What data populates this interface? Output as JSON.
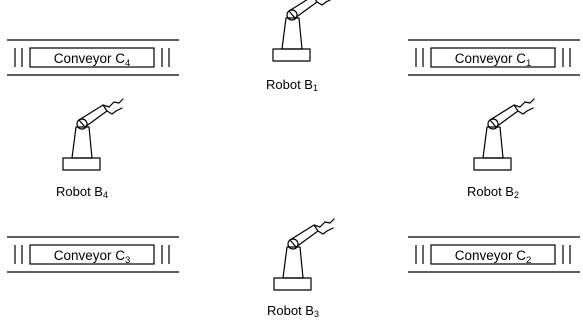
{
  "conveyors": [
    {
      "id": "c4",
      "label": "Conveyor C",
      "sub": "4"
    },
    {
      "id": "c1",
      "label": "Conveyor C",
      "sub": "1"
    },
    {
      "id": "c3",
      "label": "Conveyor C",
      "sub": "3"
    },
    {
      "id": "c2",
      "label": "Conveyor C",
      "sub": "2"
    }
  ],
  "robots": [
    {
      "id": "b1",
      "label": "Robot B",
      "sub": "1"
    },
    {
      "id": "b4",
      "label": "Robot B",
      "sub": "4"
    },
    {
      "id": "b2",
      "label": "Robot B",
      "sub": "2"
    },
    {
      "id": "b3",
      "label": "Robot B",
      "sub": "3"
    }
  ],
  "icons": {
    "robot": "robot-arm-icon",
    "conveyor": "conveyor-belt-icon"
  },
  "colors": {
    "stroke": "#000000",
    "background": "#ffffff"
  }
}
